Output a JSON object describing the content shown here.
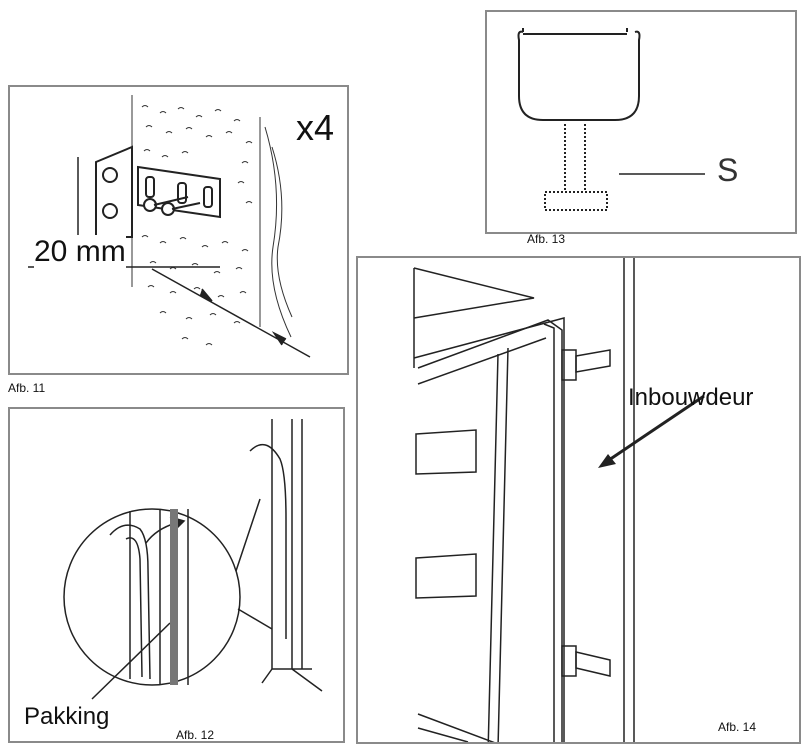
{
  "figures": {
    "afb11": {
      "caption": "Afb. 11",
      "dimension": "20 mm",
      "multiplier": "x4"
    },
    "afb12": {
      "caption": "Afb. 12",
      "label": "Pakking"
    },
    "afb13": {
      "caption": "Afb. 13",
      "label": "S"
    },
    "afb14": {
      "caption": "Afb. 14",
      "label": "Inbouwdeur"
    }
  }
}
